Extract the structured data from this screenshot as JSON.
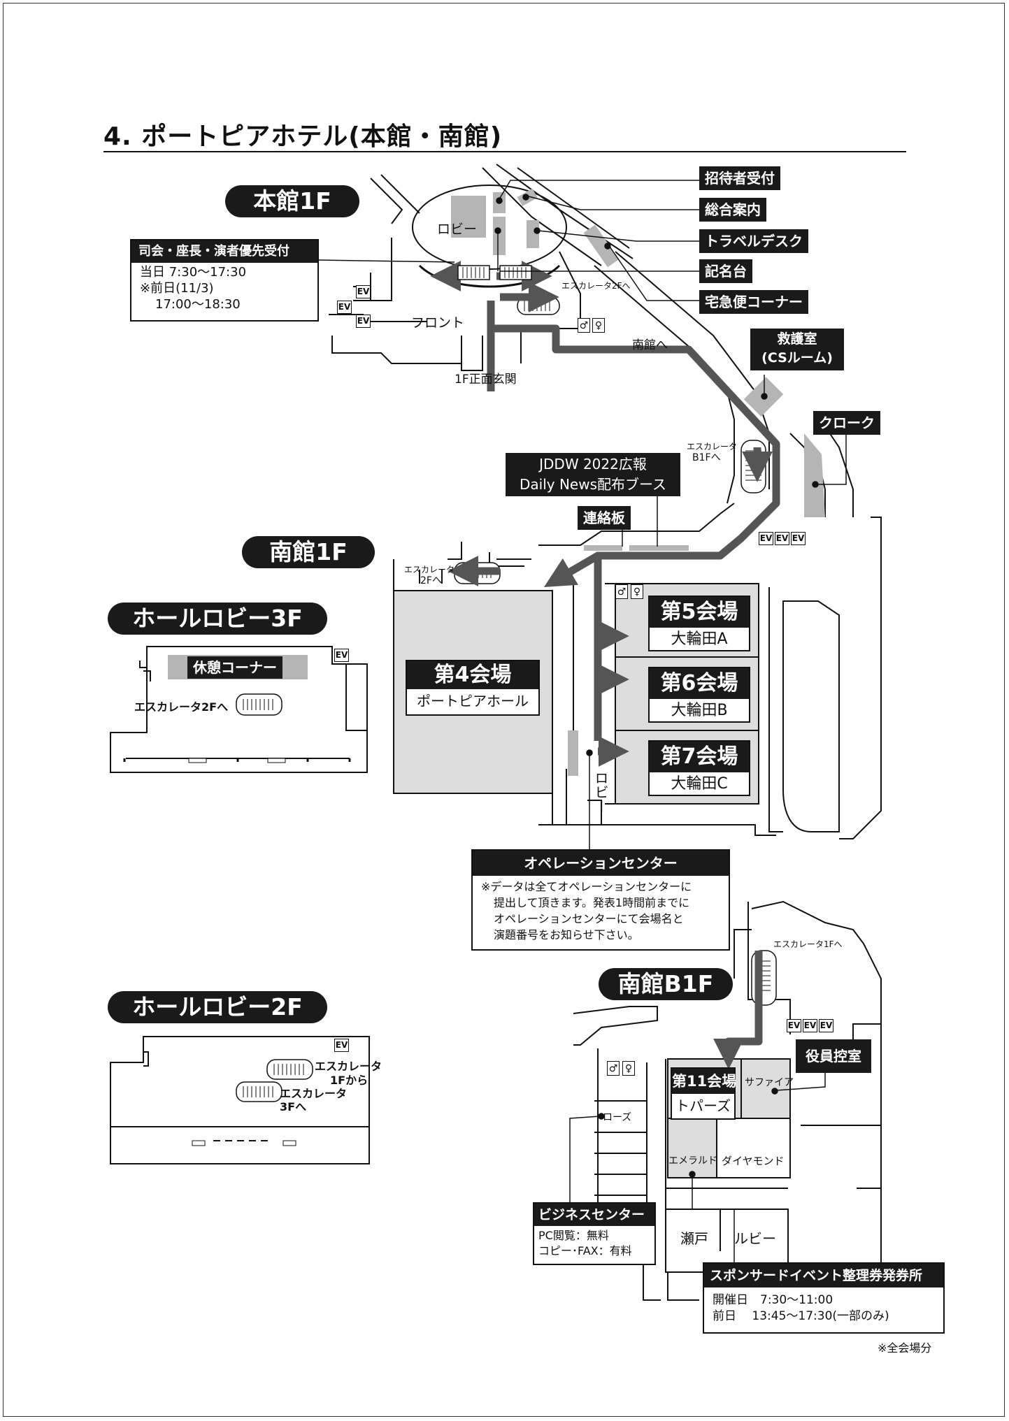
{
  "page": {
    "title": "4. ポートピアホテル(本館・南館)"
  },
  "floors": {
    "main_1f": "本館1F",
    "south_1f": "南館1F",
    "hall_lobby_3f": "ホールロビー3F",
    "hall_lobby_2f": "ホールロビー2F",
    "south_b1f": "南館B1F"
  },
  "main_1f": {
    "lobby": "ロビー",
    "front": "フロント",
    "entrance": "1F正面玄関",
    "to_south": "南館へ",
    "escalator_2f": "エスカレータ2Fへ",
    "escalator_b1f_line1": "エスカレータ",
    "escalator_b1f_line2": "B1Fへ",
    "ev": "EV",
    "tags": {
      "invitee_reception": "招待者受付",
      "information": "総合案内",
      "travel_desk": "トラベルデスク",
      "registration_table": "記名台",
      "delivery_corner": "宅急便コーナー",
      "first_aid_line1": "救護室",
      "first_aid_line2": "(CSルーム)",
      "cloak": "クローク"
    },
    "speaker_box": {
      "title": "司会・座長・演者優先受付",
      "line1": "当日 7:30〜17:30",
      "line2": "※前日(11/3)",
      "line3": "17:00〜18:30"
    }
  },
  "south_1f": {
    "jddw_line1": "JDDW 2022広報",
    "jddw_line2": "Daily News配布ブース",
    "notice_board": "連絡板",
    "escalator_2f_line1": "エスカレータ",
    "escalator_2f_line2": "2Fへ",
    "lobby_vertical": "ロビー",
    "venues": [
      {
        "name": "第4会場",
        "sub": "ポートピアホール"
      },
      {
        "name": "第5会場",
        "sub": "大輪田A"
      },
      {
        "name": "第6会場",
        "sub": "大輪田B"
      },
      {
        "name": "第7会場",
        "sub": "大輪田C"
      }
    ],
    "operation_center": {
      "title": "オペレーションセンター",
      "line1": "※データは全てオペレーションセンターに",
      "line2": "提出して頂きます。発表1時間前までに",
      "line3": "オペレーションセンターにて会場名と",
      "line4": "演題番号をお知らせ下さい。"
    }
  },
  "hall_3f": {
    "rest_corner": "休憩コーナー",
    "escalator_2f": "エスカレータ2Fへ",
    "ev": "EV"
  },
  "hall_2f": {
    "ev": "EV",
    "from_1f_line1": "エスカレータ",
    "from_1f_line2": "1Fから",
    "to_3f_line1": "エスカレータ",
    "to_3f_line2": "3Fへ"
  },
  "south_b1f": {
    "escalator_1f": "エスカレータ1Fへ",
    "venue11_name": "第11会場",
    "venue11_sub": "トパーズ",
    "sapphire": "サファイア",
    "emerald": "エメラルド",
    "diamond": "ダイヤモンド",
    "seto": "瀬戸",
    "ruby": "ルビー",
    "rose": "ローズ",
    "officers_room": "役員控室",
    "business_center": {
      "title": "ビジネスセンター",
      "line1": "PC閲覧：無料",
      "line2": "コピー･FAX：有料"
    },
    "sponsor_box": {
      "title": "スポンサードイベント整理券発券所",
      "line1": "開催日　7:30〜11:00",
      "line2": "前日　 13:45〜17:30(一部のみ)"
    },
    "footnote": "※全会場分"
  }
}
